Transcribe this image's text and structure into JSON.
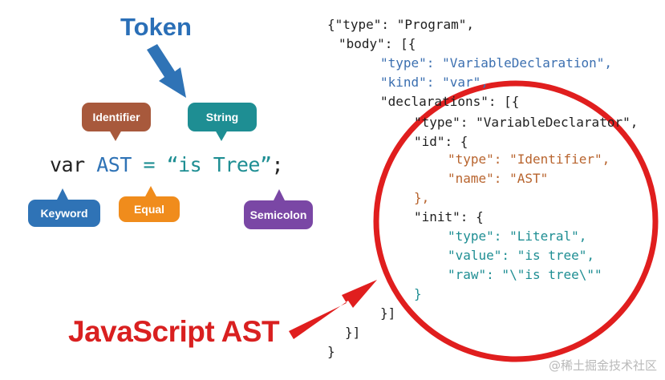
{
  "headings": {
    "token": "Token",
    "ast": "JavaScript AST"
  },
  "labels": {
    "identifier": "Identifier",
    "string": "String",
    "keyword": "Keyword",
    "equal": "Equal",
    "semicolon": "Semicolon"
  },
  "code": {
    "keyword": "var",
    "identifier": "AST",
    "equal": "=",
    "string": "“is Tree”",
    "semicolon": ";"
  },
  "json_lines": [
    "{\"type\": \"Program\",",
    "\"body\": [{",
    "\"type\": \"VariableDeclaration\",",
    "\"kind\": \"var\",",
    "\"declarations\": [{",
    "\"type\": \"VariableDeclarator\",",
    "\"id\": {",
    "\"type\": \"Identifier\",",
    "\"name\": \"AST\"",
    "},",
    "\"init\": {",
    "\"type\": \"Literal\",",
    "\"value\": \"is tree\",",
    "\"raw\": \"\\\"is tree\\\"\"",
    "}",
    "}]",
    "}]",
    "}"
  ],
  "watermark": "@稀土掘金技术社区",
  "colors": {
    "token_title": "#2a6fb7",
    "ast_title": "#d92020",
    "circle": "#e01e1e",
    "identifier": "#a8593c",
    "string": "#1e8e93",
    "keyword": "#2f73b6",
    "equal": "#f08c1c",
    "semicolon": "#7a47a5"
  }
}
